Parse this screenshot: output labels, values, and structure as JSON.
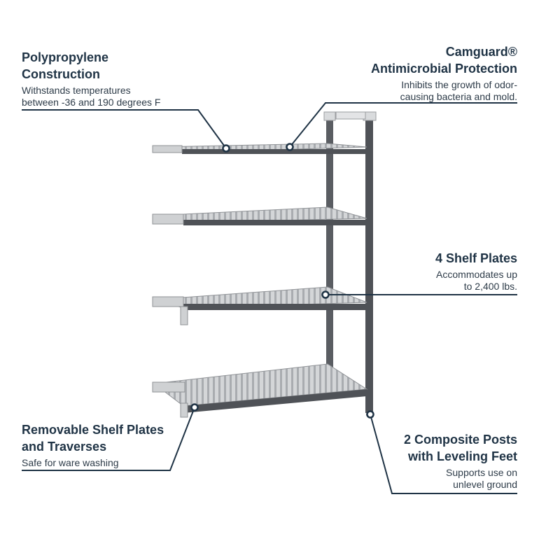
{
  "callouts": {
    "polypropylene": {
      "title": "Polypropylene\nConstruction",
      "desc": "Withstands temperatures\nbetween -36 and 190 degrees F"
    },
    "camguard": {
      "title": "Camguard®\nAntimicrobial Protection",
      "desc": "Inhibits the growth of odor-\ncausing bacteria and mold."
    },
    "shelf_plates": {
      "title": "4 Shelf Plates",
      "desc": "Accommodates up\nto 2,400 lbs."
    },
    "removable": {
      "title": "Removable Shelf Plates\nand Traverses",
      "desc": "Safe for ware washing"
    },
    "posts": {
      "title": "2 Composite Posts\nwith Leveling Feet",
      "desc": "Supports use on\nunlevel ground"
    }
  },
  "colors": {
    "text": "#1f3345",
    "line": "#1f3345",
    "post": "#5a5d62",
    "shelf": "#c9cbcd",
    "shelf_edge": "#4f5257"
  }
}
